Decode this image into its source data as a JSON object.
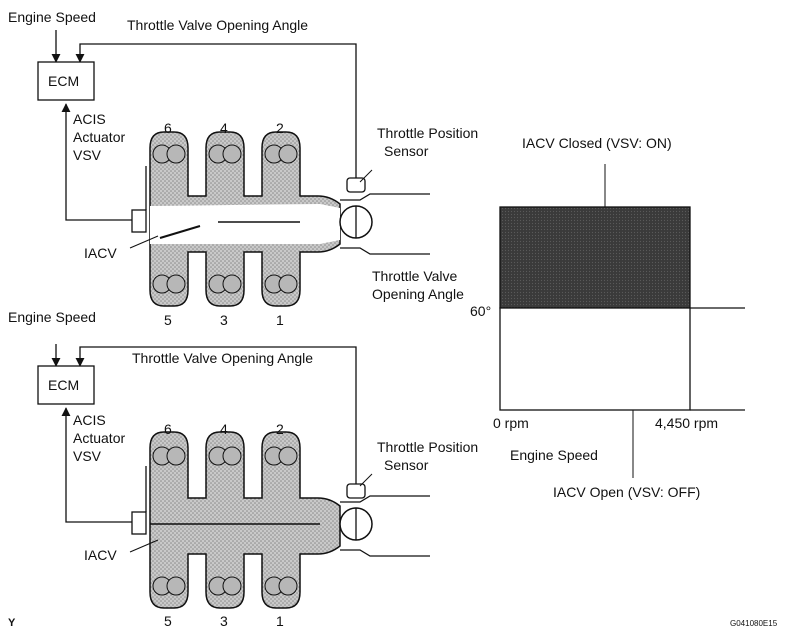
{
  "top_diagram": {
    "engine_speed": "Engine Speed",
    "throttle_label": "Throttle Valve Opening Angle",
    "ecm": "ECM",
    "acis_line1": "ACIS",
    "acis_line2": "Actuator",
    "acis_line3": "VSV",
    "iacv": "IACV",
    "tps_line1": "Throttle Position",
    "tps_line2": "Sensor",
    "cyl_top": [
      "6",
      "4",
      "2"
    ],
    "cyl_bottom": [
      "5",
      "3",
      "1"
    ],
    "iacv_state": "closed"
  },
  "bottom_diagram": {
    "engine_speed": "Engine Speed",
    "throttle_label": "Throttle Valve Opening Angle",
    "ecm": "ECM",
    "acis_line1": "ACIS",
    "acis_line2": "Actuator",
    "acis_line3": "VSV",
    "iacv": "IACV",
    "tps_line1": "Throttle Position",
    "tps_line2": "Sensor",
    "cyl_top": [
      "6",
      "4",
      "2"
    ],
    "cyl_bottom": [
      "5",
      "3",
      "1"
    ],
    "iacv_state": "open"
  },
  "graph": {
    "closed_label": "IACV Closed (VSV: ON)",
    "open_label": "IACV Open (VSV: OFF)",
    "y_label_line1": "Throttle Valve",
    "y_label_line2": "Opening Angle",
    "y_tick": "60°",
    "x_tick_start": "0 rpm",
    "x_tick_end": "4,450 rpm",
    "x_label": "Engine Speed",
    "threshold_angle_deg": 60,
    "threshold_speed_rpm": 4450,
    "closed_fill": "#3a3a3a",
    "open_fill": "#ffffff"
  },
  "footer": {
    "left_mark": "Y",
    "figure_code": "G041080E15"
  }
}
